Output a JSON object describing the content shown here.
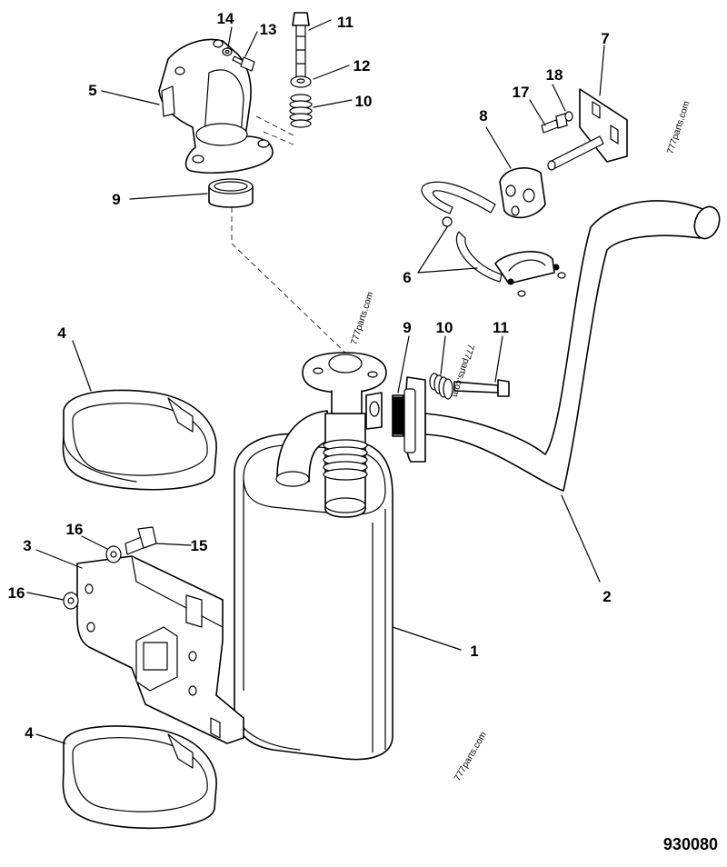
{
  "figure_number": "930080",
  "watermark": "777parts.com",
  "callouts": [
    {
      "id": "c1",
      "text": "1"
    },
    {
      "id": "c2",
      "text": "2"
    },
    {
      "id": "c3",
      "text": "3"
    },
    {
      "id": "c4a",
      "text": "4"
    },
    {
      "id": "c4b",
      "text": "4"
    },
    {
      "id": "c5",
      "text": "5"
    },
    {
      "id": "c6",
      "text": "6"
    },
    {
      "id": "c7",
      "text": "7"
    },
    {
      "id": "c8",
      "text": "8"
    },
    {
      "id": "c9a",
      "text": "9"
    },
    {
      "id": "c9b",
      "text": "9"
    },
    {
      "id": "c10a",
      "text": "10"
    },
    {
      "id": "c10b",
      "text": "10"
    },
    {
      "id": "c11a",
      "text": "11"
    },
    {
      "id": "c11b",
      "text": "11"
    },
    {
      "id": "c12",
      "text": "12"
    },
    {
      "id": "c13",
      "text": "13"
    },
    {
      "id": "c14",
      "text": "14"
    },
    {
      "id": "c15",
      "text": "15"
    },
    {
      "id": "c16a",
      "text": "16"
    },
    {
      "id": "c16b",
      "text": "16"
    },
    {
      "id": "c17",
      "text": "17"
    },
    {
      "id": "c18",
      "text": "18"
    }
  ]
}
